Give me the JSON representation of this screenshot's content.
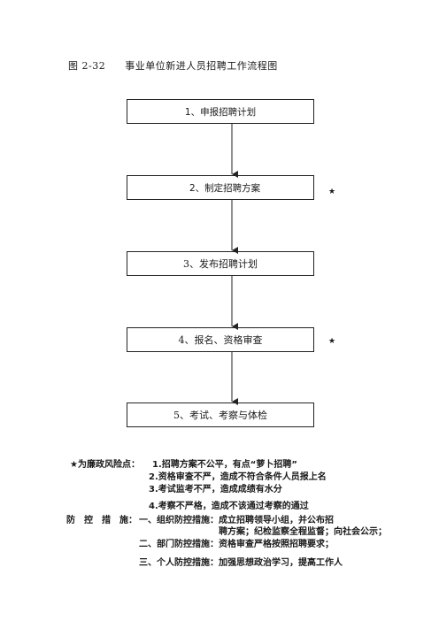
{
  "caption": {
    "figure_label": "图 2-32",
    "title": "事业单位新进人员招聘工作流程图"
  },
  "flow": {
    "steps": [
      {
        "label": "1、申报招聘计划",
        "risk": false
      },
      {
        "label": "2、制定招聘方案",
        "risk": true
      },
      {
        "label": "3、发布招聘计划",
        "risk": false
      },
      {
        "label": "4、报名、资格审查",
        "risk": true
      },
      {
        "label": "5、考试、考察与体检",
        "risk": false
      }
    ],
    "risk_marker": "★"
  },
  "notes": {
    "risk_heading": "★为廉政风险点：",
    "risks": [
      "1.招聘方案不公平，有点“萝卜招聘”",
      "2.资格审查不严，造成不符合条件人员报上名",
      "3.考试监考不严，造成成绩有水分",
      "4.考察不严格，造成不该通过考察的通过"
    ],
    "measures_heading": "防　控　措　施：",
    "measures": [
      "一、组织防控措施：成立招聘领导小组，并公布招",
      "聘方案；纪检监察全程监督；向社会公示；",
      "二、部门防控措施：资格审查严格按照招聘要求；",
      "三、个人防控措施：加强思想政治学习，提高工作人"
    ]
  }
}
